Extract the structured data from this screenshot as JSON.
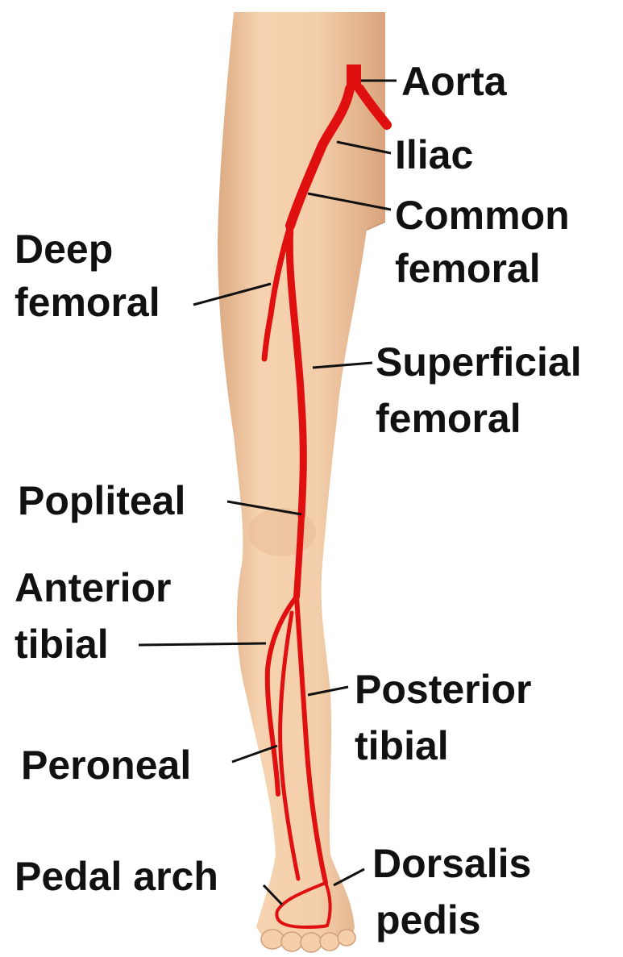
{
  "labels": {
    "aorta": "Aorta",
    "iliac": "Iliac",
    "common_femoral_1": "Common",
    "common_femoral_2": "femoral",
    "deep_femoral_1": "Deep",
    "deep_femoral_2": "femoral",
    "superficial_femoral_1": "Superficial",
    "superficial_femoral_2": "femoral",
    "popliteal": "Popliteal",
    "anterior_tibial_1": "Anterior",
    "anterior_tibial_2": "tibial",
    "posterior_tibial_1": "Posterior",
    "posterior_tibial_2": "tibial",
    "peroneal": "Peroneal",
    "pedal_arch": "Pedal arch",
    "dorsalis_pedis_1": "Dorsalis",
    "dorsalis_pedis_2": "pedis"
  },
  "colors": {
    "artery": "#e01010",
    "skin": "#f1c9a2",
    "skin_shadow": "#dca77f",
    "leader": "#111111",
    "text": "#111111"
  }
}
